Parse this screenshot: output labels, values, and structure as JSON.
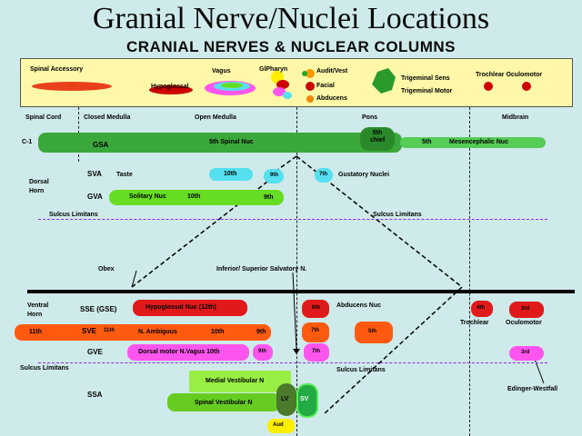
{
  "title": "Granial Nerve/Nuclei Locations",
  "subtitle": "CRANIAL NERVES & NUCLEAR COLUMNS",
  "legend": {
    "spinal_accessory": "Spinal Accessory",
    "hypoglossal": "Hypoglossal",
    "vagus": "Vagus",
    "glpharyn": "GlPharyn",
    "audit_vest": "Audit/Vest",
    "facial": "Facial",
    "abducens": "Abducens",
    "trigeminal_sens": "Trigeminal Sens",
    "trigeminal_motor": "Trigeminal Motor",
    "trochlear_oculomotor": "Trochlear Oculomotor"
  },
  "regions": {
    "spinal_cord": "Spinal Cord",
    "closed_medulla": "Closed Medulla",
    "open_medulla": "Open Medulla",
    "pons": "Pons",
    "midbrain": "Midbrain"
  },
  "labels": {
    "c1": "C-1",
    "gsa": "GSA",
    "sva": "SVA",
    "gva": "GVA",
    "dorsal_horn": "Dorsal Horn",
    "sulcus_limitans": "Sulcus Limitans",
    "obex": "Obex",
    "salivatory": "Inferior/ Superior Salvatory N.",
    "ventral_horn": "Ventral Horn",
    "sse": "SSE (GSE)",
    "sve": "SVE",
    "gve": "GVE",
    "ssa": "SSA",
    "edinger": "Edinger-Westfall",
    "trochlear": "Trochlear",
    "oculomotor": "Oculomotor"
  },
  "nuclei": {
    "spinal_nuc_5th": "5th Spinal Nuc",
    "fifth_chief": "5th chief",
    "fifth": "5th",
    "mesencephalic": "Mesencephalic Nuc",
    "taste": "Taste",
    "n10th_sva": "10th",
    "n9th_sva": "9th",
    "n7th_sva": "7th",
    "gustatory": "Gustatory Nuclei",
    "solitary": "Solitary Nuc",
    "n10th_gva": "10th",
    "n9th_gva": "9th",
    "hypoglossal_nuc": "Hypoglossal Nuc (12th)",
    "n6th": "6th",
    "abducens_nuc": "Abducens Nuc",
    "n4th": "4th",
    "n3rd_sse": "3rd",
    "n11th_left": "11th",
    "n11th": "11th",
    "ambiguus": "N. Ambiguus",
    "n10th_sve": "10th",
    "n9th_sve": "9th",
    "n7th_sve": "7th",
    "n5th_sve": "5th",
    "dorsal_motor": "Dorsal motor N.Vagus 10th",
    "n9th_gve": "9th",
    "n7th_gve": "7th",
    "n3rd_gve": "3rd",
    "medial_vestibular": "Medial Vestibular N",
    "spinal_vestibular": "Spinal Vestibular N",
    "lv": "LV",
    "sv": "SV",
    "aud": "Aud"
  },
  "colors": {
    "background": "#cfeaea",
    "legend_bg": "#fff8a8",
    "gsa_green": "#3aa83a",
    "sva_cyan": "#55e0f0",
    "gva_green": "#66dd22",
    "sse_red": "#e01a1a",
    "sve_orange": "#ff5a10",
    "gve_magenta": "#ff55ee",
    "ssa_lime": "#99ee44",
    "aud_yellow": "#ffee00",
    "sulcus_purple": "#8a2be2"
  }
}
